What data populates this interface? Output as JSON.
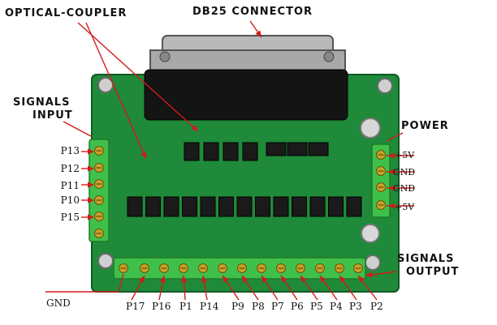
{
  "callouts": {
    "optical_coupler": "OPTICAL-COUPLER",
    "db25_connector": "DB25 CONNECTOR",
    "signals_input_line1": "SIGNALS",
    "signals_input_line2": "INPUT",
    "power": "POWER",
    "signals_output_line1": "SIGNALS",
    "signals_output_line2": "OUTPUT"
  },
  "input_pins": [
    "P13",
    "P12",
    "P11",
    "P10",
    "P15"
  ],
  "power_pins": [
    "+5V",
    "GND",
    "GND",
    "+5V"
  ],
  "bottom_pins": [
    "GND",
    "P17",
    "P16",
    "P1",
    "P14",
    "P9",
    "P8",
    "P7",
    "P6",
    "P5",
    "P4",
    "P3",
    "P2"
  ],
  "colors": {
    "pcb": "#1f8a3a",
    "terminal_block": "#3fc04a",
    "optocoupler": "#1a1a1a",
    "connector_shell": "#b9b9b9",
    "leader_line": "#d41a1a"
  }
}
